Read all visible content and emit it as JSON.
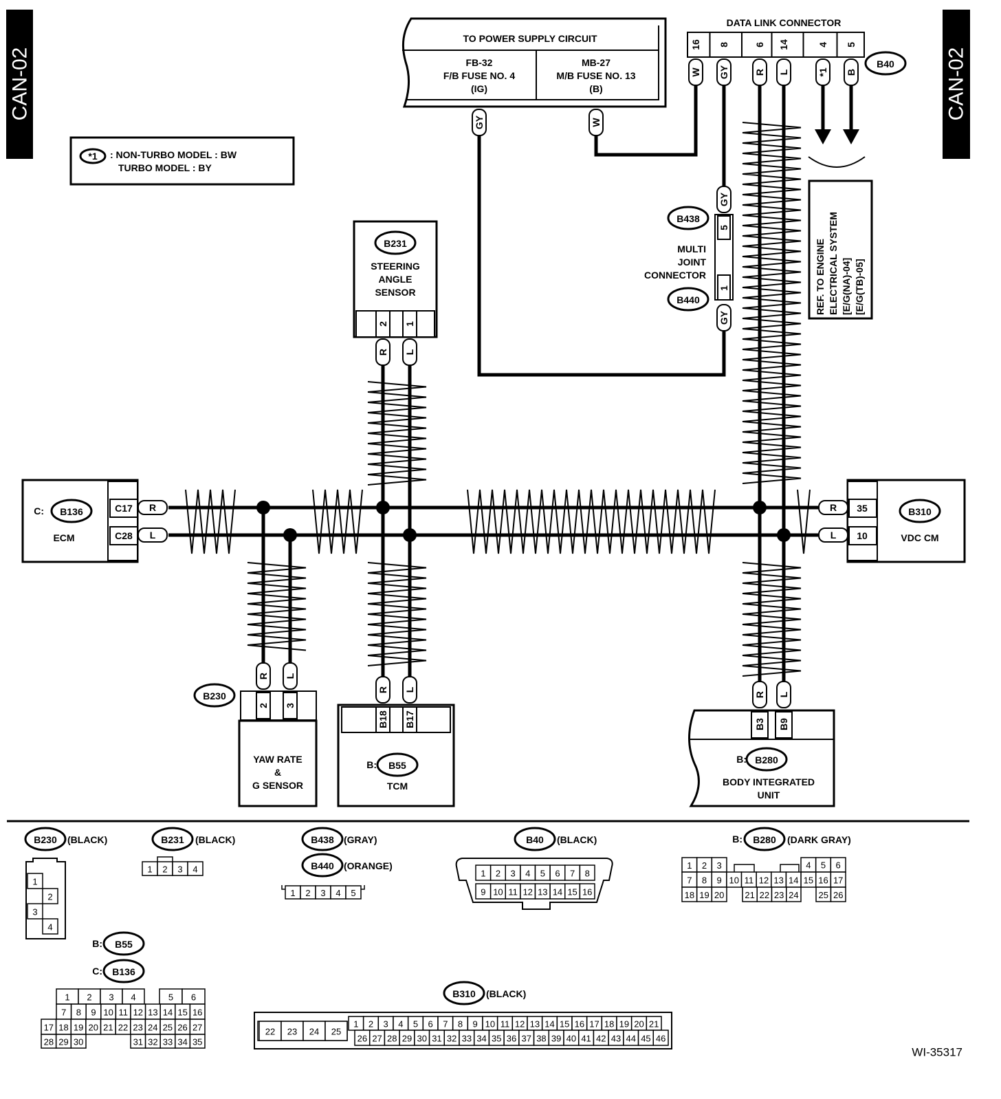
{
  "page_tags": {
    "left": "CAN-02",
    "right": "CAN-02"
  },
  "legend": {
    "marker": "*1",
    "line1": ": NON-TURBO MODEL  : BW",
    "line2": "TURBO MODEL  : BY"
  },
  "power_supply": {
    "title": "TO POWER SUPPLY CIRCUIT",
    "left": [
      "FB-32",
      "F/B FUSE NO. 4",
      "(IG)"
    ],
    "right": [
      "MB-27",
      "M/B FUSE NO. 13",
      "(B)"
    ],
    "wires": [
      "GY",
      "W"
    ]
  },
  "data_link": {
    "title": "DATA LINK CONNECTOR",
    "connector": "B40",
    "pins": [
      "16",
      "8",
      "6",
      "14",
      "4",
      "5"
    ],
    "wires": [
      "W",
      "GY",
      "R",
      "L",
      "*1",
      "B"
    ]
  },
  "multi_joint": {
    "label": [
      "MULTI",
      "JOINT",
      "CONNECTOR"
    ],
    "upper": {
      "connector": "B438",
      "pin": "5",
      "wire": "GY"
    },
    "lower": {
      "connector": "B440",
      "pin": "1",
      "wire": "GY"
    }
  },
  "ref_note": [
    "REF. TO ENGINE",
    "ELECTRICAL SYSTEM",
    "[E/G(NA)-04]",
    "[E/G(TB)-05]"
  ],
  "steering": {
    "connector": "B231",
    "name": [
      "STEERING",
      "ANGLE",
      "SENSOR"
    ],
    "pins": [
      "2",
      "1"
    ],
    "wires": [
      "R",
      "L"
    ]
  },
  "ecm": {
    "prefix": "C:",
    "connector": "B136",
    "name": "ECM",
    "pins": [
      "C17",
      "C28"
    ],
    "wires": [
      "R",
      "L"
    ]
  },
  "vdc": {
    "connector": "B310",
    "name": "VDC CM",
    "pins": [
      "35",
      "10"
    ],
    "wires": [
      "R",
      "L"
    ]
  },
  "yaw": {
    "connector": "B230",
    "name": [
      "YAW RATE",
      "&",
      "G SENSOR"
    ],
    "pins": [
      "2",
      "3"
    ],
    "wires": [
      "R",
      "L"
    ]
  },
  "tcm": {
    "prefix": "B:",
    "connector": "B55",
    "name": "TCM",
    "pins": [
      "B18",
      "B17"
    ],
    "wires": [
      "R",
      "L"
    ]
  },
  "biu": {
    "prefix": "B:",
    "connector": "B280",
    "name": [
      "BODY INTEGRATED",
      "UNIT"
    ],
    "pins": [
      "B3",
      "B9"
    ],
    "wires": [
      "R",
      "L"
    ]
  },
  "connector_views": {
    "b230": {
      "connector": "B230",
      "color": "(BLACK)",
      "pins": [
        "1",
        "2",
        "3",
        "4"
      ]
    },
    "b231": {
      "connector": "B231",
      "color": "(BLACK)",
      "pins": [
        "1",
        "2",
        "3",
        "4"
      ]
    },
    "b438_b440": {
      "connectors": [
        "B438",
        "B440"
      ],
      "colors": [
        "(GRAY)",
        "(ORANGE)"
      ],
      "pins": [
        "1",
        "2",
        "3",
        "4",
        "5"
      ]
    },
    "b40": {
      "connector": "B40",
      "color": "(BLACK)",
      "rows": [
        [
          "1",
          "2",
          "3",
          "4",
          "5",
          "6",
          "7",
          "8"
        ],
        [
          "9",
          "10",
          "11",
          "12",
          "13",
          "14",
          "15",
          "16"
        ]
      ]
    },
    "b280": {
      "prefix": "B:",
      "connector": "B280",
      "color": "(DARK GRAY)",
      "rows": [
        [
          "1",
          "2",
          "3",
          "4",
          "5",
          "6"
        ],
        [
          "7",
          "8",
          "9",
          "10",
          "11",
          "12",
          "13",
          "14",
          "15",
          "16",
          "17"
        ],
        [
          "18",
          "19",
          "20",
          "21",
          "22",
          "23",
          "24",
          "25",
          "26"
        ]
      ]
    },
    "b55_b136": {
      "prefixes": [
        "B:",
        "C:"
      ],
      "connectors": [
        "B55",
        "B136"
      ],
      "rows": [
        [
          "1",
          "2",
          "3",
          "4",
          "5",
          "6"
        ],
        [
          "7",
          "8",
          "9",
          "10",
          "11",
          "12",
          "13",
          "14",
          "15",
          "16"
        ],
        [
          "17",
          "18",
          "19",
          "20",
          "21",
          "22",
          "23",
          "24",
          "25",
          "26",
          "27"
        ],
        [
          "28",
          "29",
          "30",
          "31",
          "32",
          "33",
          "34",
          "35"
        ]
      ]
    },
    "b310": {
      "connector": "B310",
      "color": "(BLACK)",
      "side": [
        "22",
        "23",
        "24",
        "25"
      ],
      "rows": [
        [
          "1",
          "2",
          "3",
          "4",
          "5",
          "6",
          "7",
          "8",
          "9",
          "10",
          "11",
          "12",
          "13",
          "14",
          "15",
          "16",
          "17",
          "18",
          "19",
          "20",
          "21"
        ],
        [
          "26",
          "27",
          "28",
          "29",
          "30",
          "31",
          "32",
          "33",
          "34",
          "35",
          "36",
          "37",
          "38",
          "39",
          "40",
          "41",
          "42",
          "43",
          "44",
          "45",
          "46"
        ]
      ]
    }
  },
  "figure_id": "WI-35317"
}
